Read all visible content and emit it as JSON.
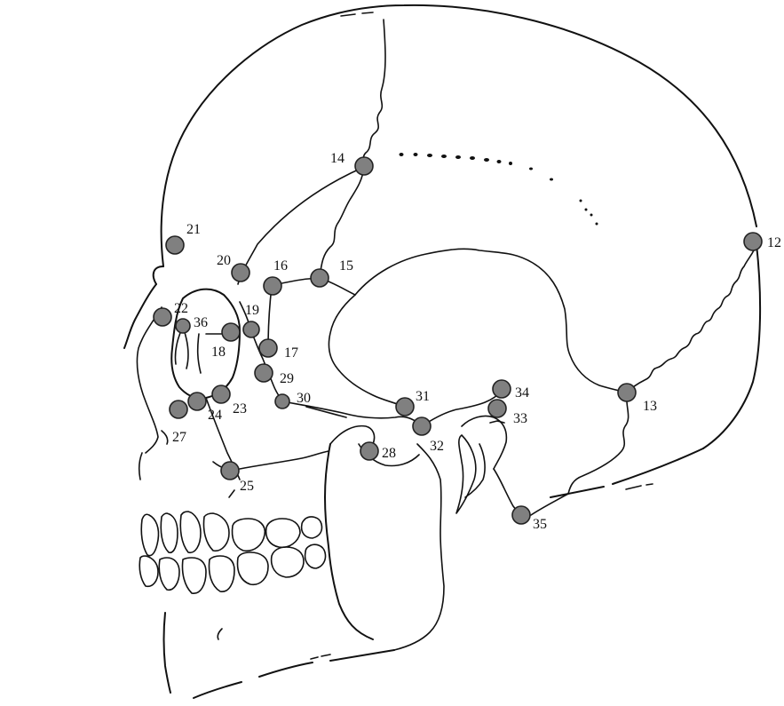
{
  "diagram": {
    "landmarks": [
      {
        "id": "12",
        "label": "12"
      },
      {
        "id": "13",
        "label": "13"
      },
      {
        "id": "14",
        "label": "14"
      },
      {
        "id": "15",
        "label": "15"
      },
      {
        "id": "16",
        "label": "16"
      },
      {
        "id": "17",
        "label": "17"
      },
      {
        "id": "18",
        "label": "18"
      },
      {
        "id": "19",
        "label": "19"
      },
      {
        "id": "20",
        "label": "20"
      },
      {
        "id": "21",
        "label": "21"
      },
      {
        "id": "22",
        "label": "22"
      },
      {
        "id": "23",
        "label": "23"
      },
      {
        "id": "24",
        "label": "24"
      },
      {
        "id": "25",
        "label": "25"
      },
      {
        "id": "27",
        "label": "27"
      },
      {
        "id": "28",
        "label": "28"
      },
      {
        "id": "29",
        "label": "29"
      },
      {
        "id": "30",
        "label": "30"
      },
      {
        "id": "31",
        "label": "31"
      },
      {
        "id": "32",
        "label": "32"
      },
      {
        "id": "33",
        "label": "33"
      },
      {
        "id": "34",
        "label": "34"
      },
      {
        "id": "35",
        "label": "35"
      },
      {
        "id": "36",
        "label": "36"
      }
    ],
    "colors": {
      "line": "#111111",
      "marker_fill": "#808080",
      "background": "#ffffff"
    }
  }
}
